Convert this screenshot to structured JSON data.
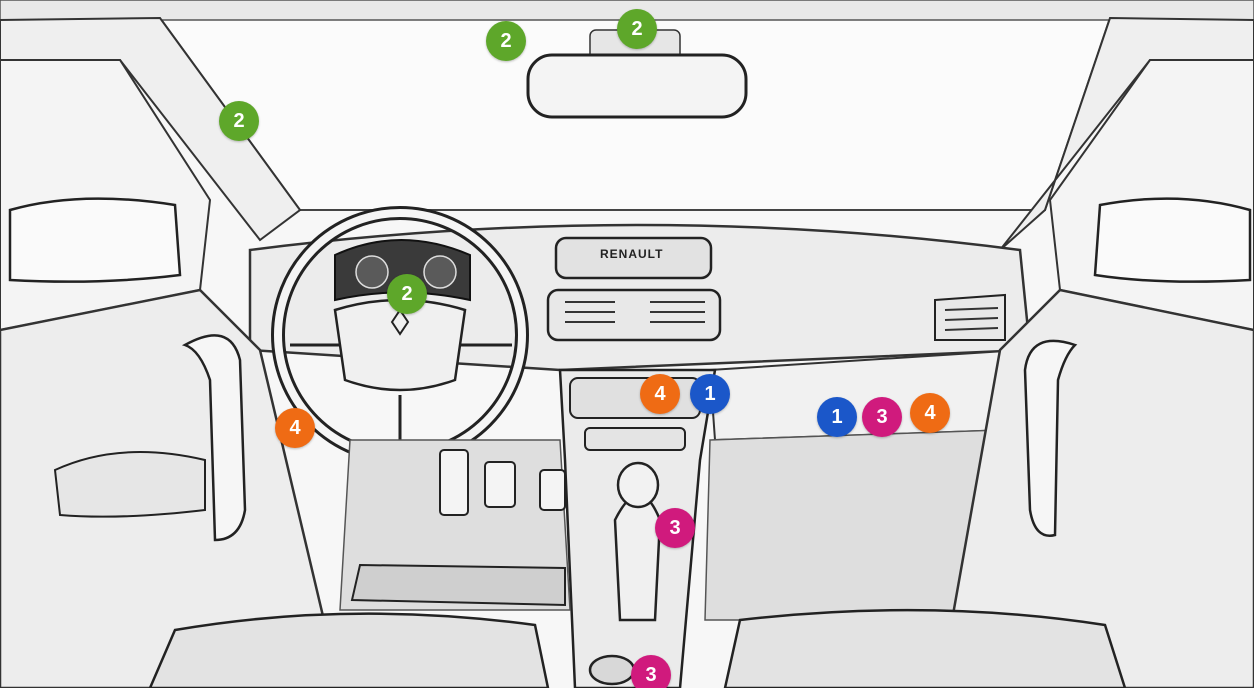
{
  "diagram": {
    "brand_badge": "RENAULT",
    "colors": {
      "green": "#5ea72a",
      "blue": "#1b57c9",
      "magenta": "#d01a7d",
      "orange": "#ef6b14"
    },
    "markers": [
      {
        "id": "headliner-left",
        "label": "2",
        "color": "green"
      },
      {
        "id": "rearview-mirror",
        "label": "2",
        "color": "green"
      },
      {
        "id": "a-pillar-left",
        "label": "2",
        "color": "green"
      },
      {
        "id": "instrument-cluster",
        "label": "2",
        "color": "green"
      },
      {
        "id": "center-console",
        "label": "4",
        "color": "orange"
      },
      {
        "id": "center-console",
        "label": "1",
        "color": "blue"
      },
      {
        "id": "passenger-footwell",
        "label": "1",
        "color": "blue"
      },
      {
        "id": "passenger-footwell",
        "label": "3",
        "color": "magenta"
      },
      {
        "id": "passenger-footwell",
        "label": "4",
        "color": "orange"
      },
      {
        "id": "driver-door",
        "label": "4",
        "color": "orange"
      },
      {
        "id": "gear-shifter",
        "label": "3",
        "color": "magenta"
      },
      {
        "id": "cup-holder",
        "label": "3",
        "color": "magenta"
      }
    ]
  }
}
